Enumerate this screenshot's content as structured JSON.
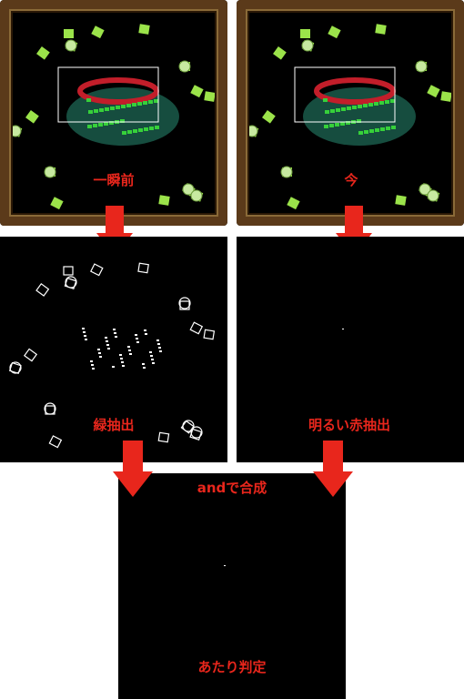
{
  "labels": {
    "prev_frame": "一瞬前",
    "now": "今",
    "green_extract": "緑抽出",
    "red_extract": "明るい赤抽出",
    "and_combine": "andで合成",
    "hit_detection": "あたり判定"
  },
  "colors": {
    "label_red": "#e8261c",
    "arrow_red": "#e8261c",
    "frame_brown": "#5b3a1a",
    "unit_green": "#9be34a"
  }
}
